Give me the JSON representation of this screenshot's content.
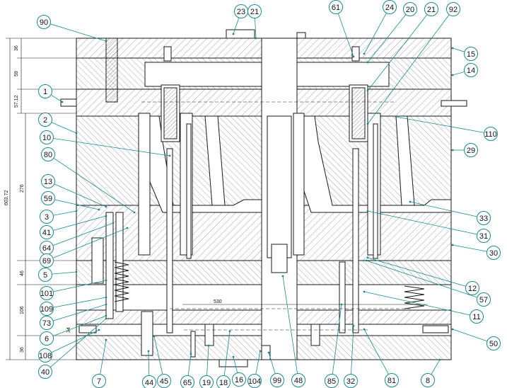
{
  "dimensions": {
    "d_36_top": "36",
    "d_59": "59",
    "d_57_12": "57.12",
    "d_276": "276",
    "d_603_72": "603.72",
    "d_46": "46",
    "d_106": "106",
    "d_34": "34",
    "d_36_bottom": "36",
    "d_530": "530"
  },
  "callouts": [
    "90",
    "23",
    "21",
    "61",
    "24",
    "20",
    "21",
    "92",
    "15",
    "14",
    "1",
    "2",
    "10",
    "80",
    "13",
    "59",
    "3",
    "41",
    "64",
    "69",
    "5",
    "110",
    "29",
    "33",
    "31",
    "30",
    "12",
    "57",
    "11",
    "50",
    "101",
    "109",
    "73",
    "6",
    "108",
    "40",
    "7",
    "44",
    "45",
    "65",
    "19",
    "18",
    "16",
    "104",
    "99",
    "48",
    "85",
    "32",
    "81",
    "8"
  ],
  "colors": {
    "line": "#1a1a1a",
    "callout": "#1a8a8a",
    "hatch": "#555555",
    "background": "#ffffff"
  }
}
